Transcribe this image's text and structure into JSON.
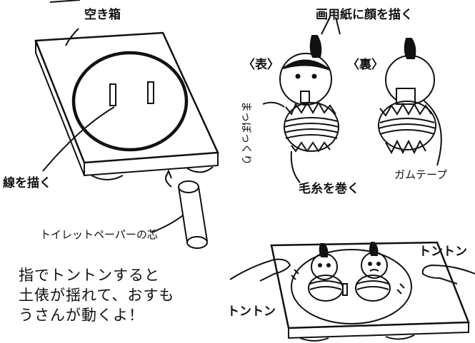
{
  "labels": {
    "empty_box": "空き箱",
    "drawing_paper": "画用紙に顔を描く",
    "front": "〈表〉",
    "back": "〈裏〉",
    "kamaboko": "まっぼっくり",
    "yarn": "毛糸を巻く",
    "gum_tape": "ガムテープ",
    "draw_line": "線を描く",
    "toilet_core": "トイレットペーパーの芯",
    "tonton_right": "トントン",
    "tonton_left": "トントン"
  },
  "caption": "指でトントンすると\n土俵が揺れて、おすも\nうさんが動くよ！",
  "colors": {
    "ink": "#111111",
    "paper": "#ffffff"
  }
}
